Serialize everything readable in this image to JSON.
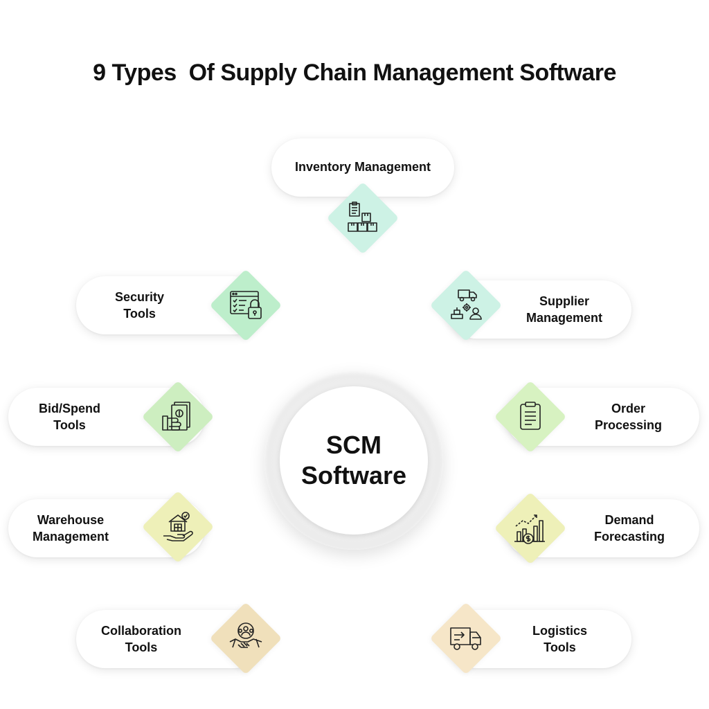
{
  "title": "9 Types  Of Supply Chain Management Software",
  "center": {
    "line1": "SCM",
    "line2": "Software"
  },
  "colors": {
    "mint": "#cdf2e5",
    "green": "#bdeecb",
    "lime": "#d7f2c1",
    "lightlime": "#e3f2bd",
    "yellow": "#eef0b8",
    "tan": "#f0e0bb",
    "peach": "#f6e6c8"
  },
  "items": [
    {
      "line1": "Inventory Management",
      "line2": "",
      "icon": "inventory-boxes-icon"
    },
    {
      "line1": "Security",
      "line2": "Tools",
      "icon": "security-lock-icon"
    },
    {
      "line1": "Supplier",
      "line2": "Management",
      "icon": "supplier-icon"
    },
    {
      "line1": "Bid/Spend",
      "line2": "Tools",
      "icon": "money-hand-icon"
    },
    {
      "line1": "Order",
      "line2": "Processing",
      "icon": "clipboard-icon"
    },
    {
      "line1": "Warehouse",
      "line2": "Management",
      "icon": "warehouse-hand-icon"
    },
    {
      "line1": "Demand",
      "line2": "Forecasting",
      "icon": "growth-chart-icon"
    },
    {
      "line1": "Collaboration",
      "line2": "Tools",
      "icon": "handshake-icon"
    },
    {
      "line1": "Logistics",
      "line2": "Tools",
      "icon": "truck-icon"
    }
  ]
}
